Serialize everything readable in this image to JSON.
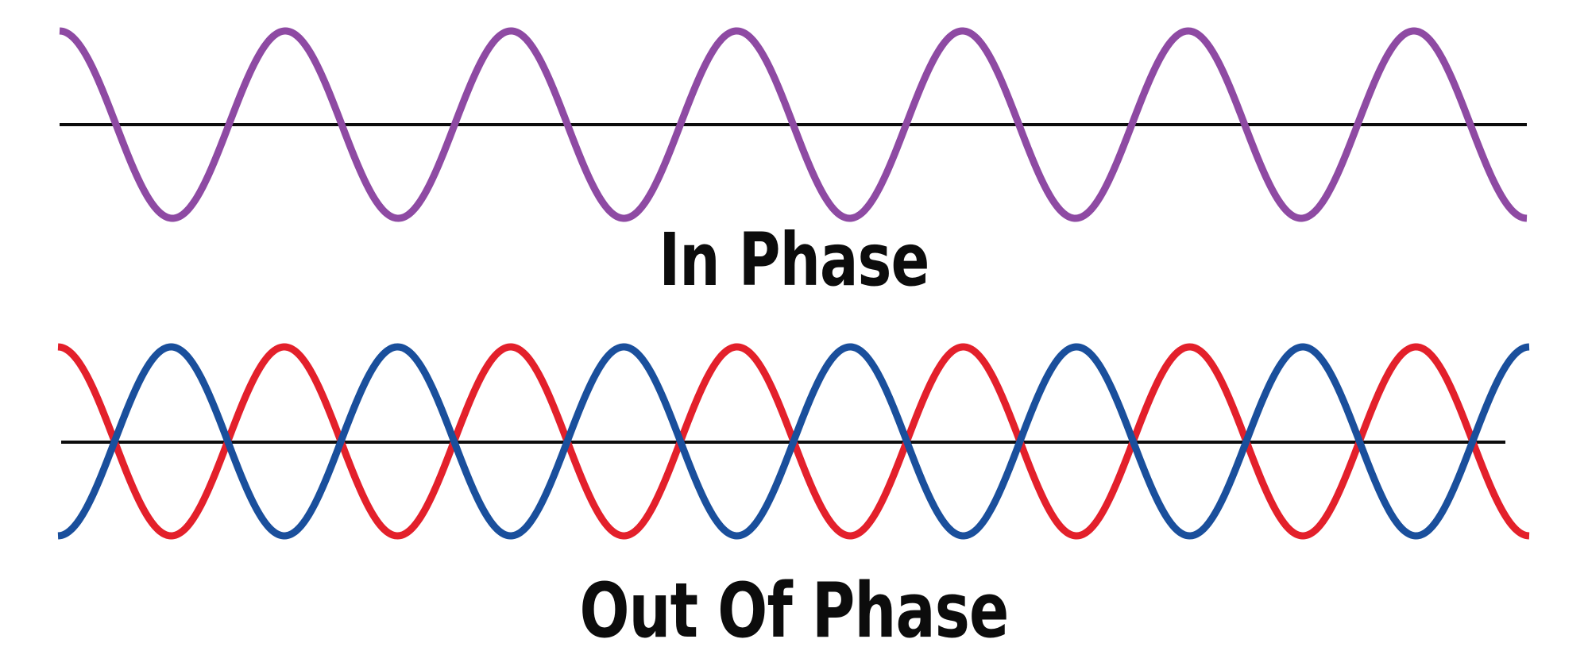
{
  "captions": {
    "in_phase": "In Phase",
    "out_of_phase": "Out Of Phase"
  },
  "colors": {
    "in_phase_wave": "#8e4aa3",
    "out_wave_red": "#e3202b",
    "out_wave_blue": "#1a4f9c",
    "axis": "#0c0c0c",
    "text": "#0c0c0c"
  },
  "panels": [
    {
      "name": "in-phase",
      "waves": [
        {
          "name": "purple-wave",
          "color_key": "in_phase_wave",
          "cycles": 6.5,
          "starts_at": "crest"
        }
      ]
    },
    {
      "name": "out-of-phase",
      "waves": [
        {
          "name": "red-wave",
          "color_key": "out_wave_red",
          "cycles": 6.5,
          "starts_at": "crest"
        },
        {
          "name": "blue-wave",
          "color_key": "out_wave_blue",
          "cycles": 6.5,
          "starts_at": "trough"
        }
      ]
    }
  ]
}
